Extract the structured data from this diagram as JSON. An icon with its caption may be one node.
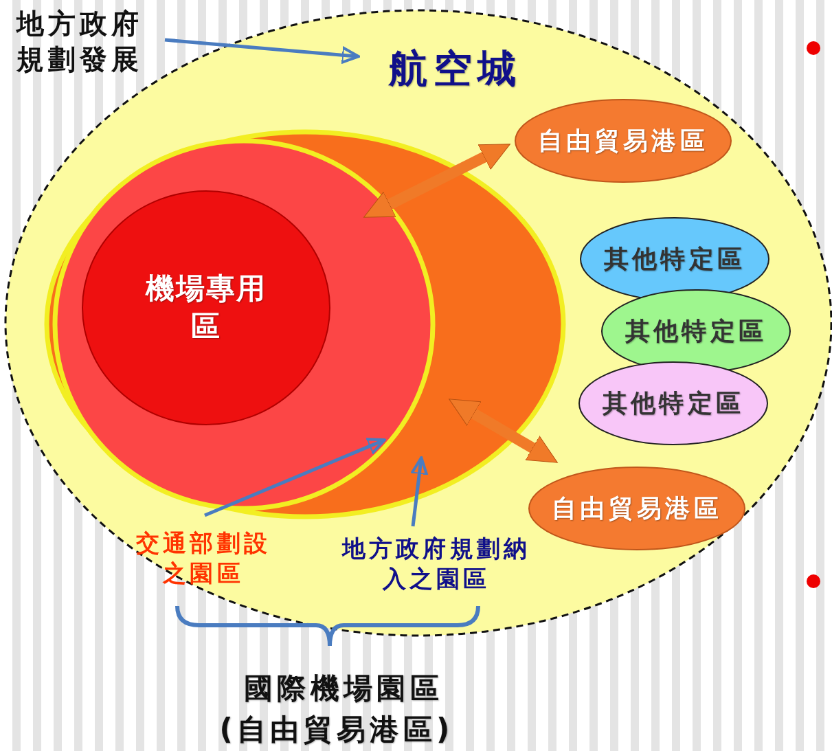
{
  "diagram": {
    "nodes": [
      {
        "text": [
          "地方政府規劃發展"
        ]
      },
      {
        "text": [
          "航空城"
        ]
      },
      {
        "text": [],
        "shape": "ellipse",
        "in": 1
      },
      {
        "text": [],
        "shape": "ellipse",
        "in": 2
      },
      {
        "text": [
          "機場專用區"
        ],
        "in": 3
      },
      {
        "text": [
          "自由貿易港區"
        ],
        "in": 1
      },
      {
        "text": [
          "其他特定區"
        ],
        "in": 1
      },
      {
        "text": [
          "其他特定區"
        ],
        "in": 1
      },
      {
        "text": [
          "其他特定區"
        ],
        "in": 1
      },
      {
        "text": [
          "自由貿易港區"
        ],
        "in": 1
      },
      {
        "text": [
          "交通部劃設之園區"
        ],
        "in": 1
      },
      {
        "text": [
          "地方政府規劃納入之園區"
        ],
        "in": 1
      }
    ],
    "edges": [
      {
        "from": 0,
        "to": 1,
        "arrow": "to"
      },
      {
        "from": 3,
        "to": 5,
        "arrow": "both",
        "style": "thick",
        "color": "#f07a28"
      },
      {
        "from": 2,
        "to": 9,
        "arrow": "both",
        "style": "thick",
        "color": "#f07a28"
      },
      {
        "from": 10,
        "to": 3,
        "arrow": "to"
      },
      {
        "from": 11,
        "to": 2,
        "arrow": "to"
      }
    ],
    "labels": [
      "國際機場園區",
      "(自由貿易港區)"
    ]
  }
}
